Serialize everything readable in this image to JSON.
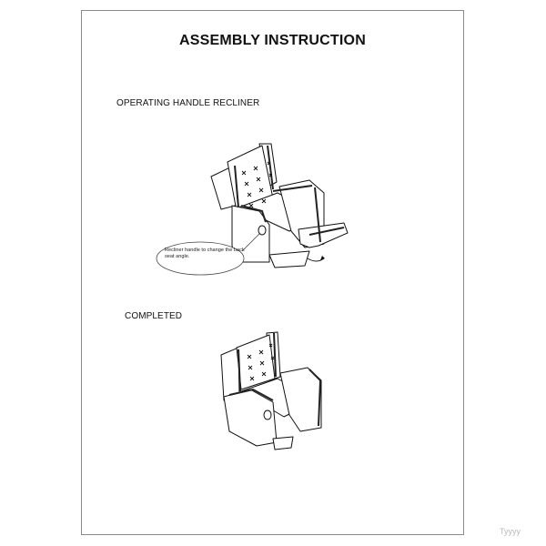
{
  "document": {
    "title": "ASSEMBLY INSTRUCTION",
    "sections": [
      {
        "label": "OPERATING HANDLE RECLINER",
        "callout": "Recliner handle to change the back seat angle."
      },
      {
        "label": "COMPLETED"
      }
    ],
    "watermark": "Tyyyy"
  },
  "icons": [
    "recliner-open-illustration",
    "recliner-closed-illustration",
    "rotation-arrow-icon"
  ],
  "colors": {
    "frame": "#8a8a8a",
    "ink": "#111111",
    "upholstery_band": "#222222"
  }
}
